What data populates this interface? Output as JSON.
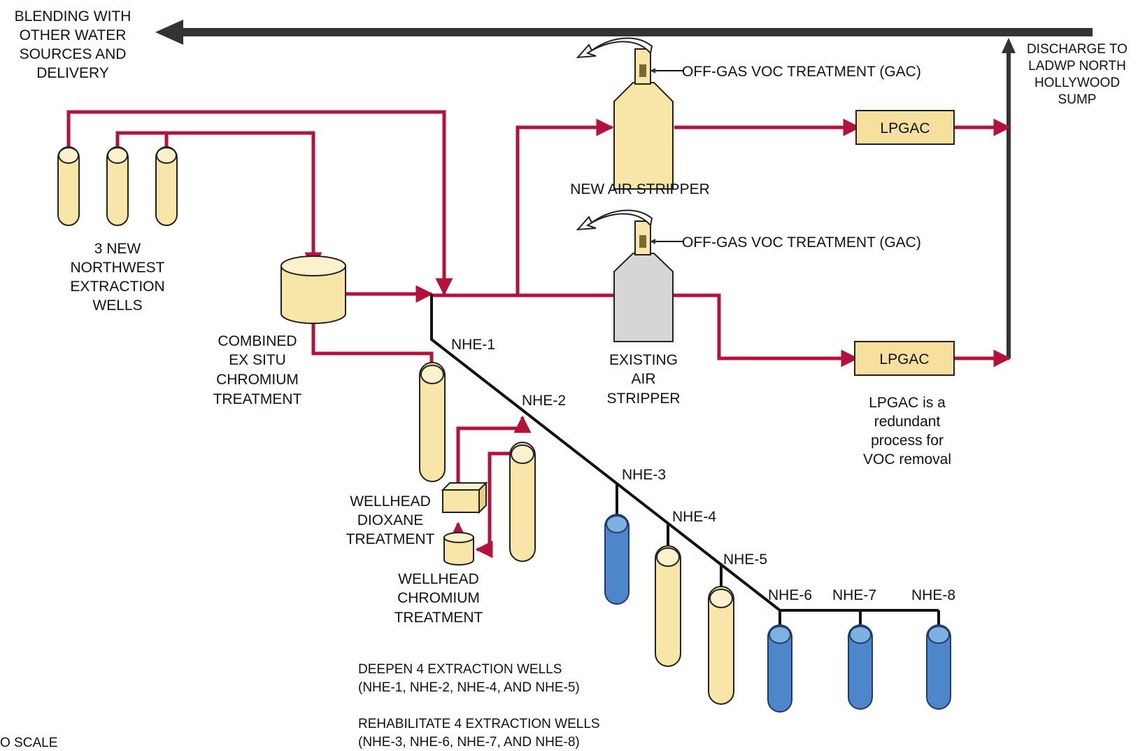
{
  "labels": {
    "blending": [
      "BLENDING WITH",
      "OTHER WATER",
      "SOURCES AND",
      "DELIVERY"
    ],
    "discharge": [
      "DISCHARGE TO",
      "LADWP NORTH",
      "HOLLYWOOD",
      "SUMP"
    ],
    "offgas_top": "OFF-GAS VOC TREATMENT (GAC)",
    "offgas_bottom": "OFF-GAS VOC TREATMENT (GAC)",
    "new_air_stripper": "NEW AIR STRIPPER",
    "existing_air_stripper": [
      "EXISTING",
      "AIR",
      "STRIPPER"
    ],
    "lpgac_top": "LPGAC",
    "lpgac_bottom": "LPGAC",
    "lpgac_note": [
      "LPGAC is a",
      "redundant",
      "process for",
      "VOC removal"
    ],
    "new_wells": [
      "3 NEW",
      "NORTHWEST",
      "EXTRACTION",
      "WELLS"
    ],
    "combined_treatment": [
      "COMBINED",
      "EX SITU",
      "CHROMIUM",
      "TREATMENT"
    ],
    "wellhead_dioxane": [
      "WELLHEAD",
      "DIOXANE",
      "TREATMENT"
    ],
    "wellhead_chromium": [
      "WELLHEAD",
      "CHROMIUM",
      "TREATMENT"
    ],
    "wells": [
      "NHE-1",
      "NHE-2",
      "NHE-3",
      "NHE-4",
      "NHE-5",
      "NHE-6",
      "NHE-7",
      "NHE-8"
    ],
    "deepen": [
      "DEEPEN 4 EXTRACTION WELLS",
      "(NHE-1, NHE-2, NHE-4, AND NHE-5)"
    ],
    "rehab": [
      "REHABILITATE 4 EXTRACTION WELLS",
      "(NHE-3, NHE-6, NHE-7, AND NHE-8)"
    ],
    "scale": "O SCALE"
  },
  "colors": {
    "treated_pipe": "#b3123d",
    "raw_pipe": "#111111",
    "deepened_well": "#f8e6a8",
    "rehabilitated_well": "#4e86c9"
  }
}
